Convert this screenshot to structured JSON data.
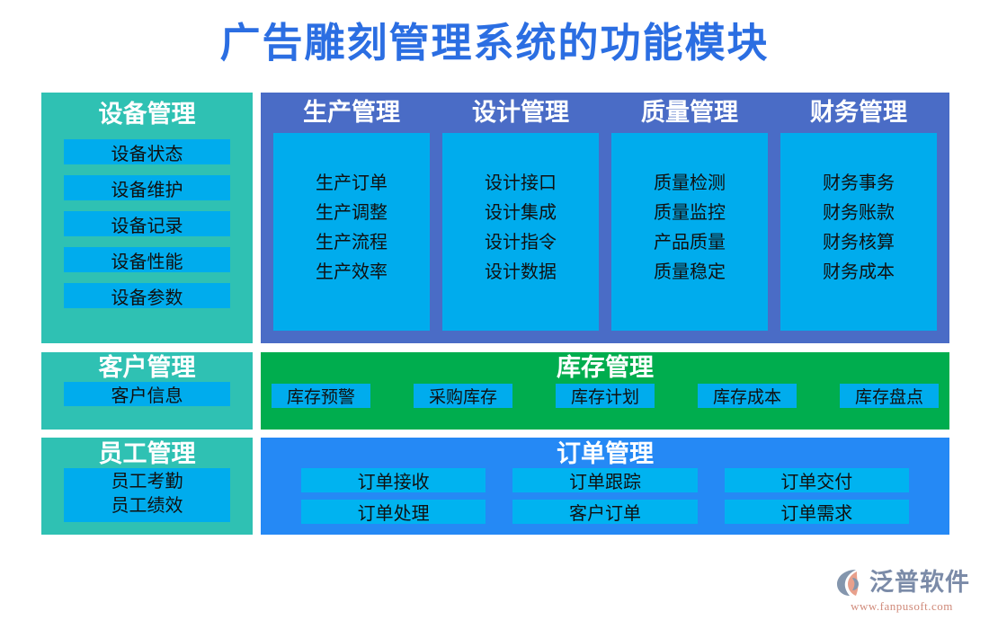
{
  "title": "广告雕刻管理系统的功能模块",
  "colors": {
    "title": "#2b6ee2",
    "teal": "#2fc1b3",
    "indigo": "#4a6cc6",
    "green": "#00ad4e",
    "royal": "#2589f5",
    "chip_cyan": "#00aced",
    "chip_cyan_light": "#00b3f0",
    "background": "#ffffff"
  },
  "equipment": {
    "title": "设备管理",
    "items": [
      "设备状态",
      "设备维护",
      "设备记录",
      "设备性能",
      "设备参数"
    ]
  },
  "modules": {
    "columns": [
      {
        "title": "生产管理",
        "items": [
          "生产订单",
          "生产调整",
          "生产流程",
          "生产效率"
        ]
      },
      {
        "title": "设计管理",
        "items": [
          "设计接口",
          "设计集成",
          "设计指令",
          "设计数据"
        ]
      },
      {
        "title": "质量管理",
        "items": [
          "质量检测",
          "质量监控",
          "产品质量",
          "质量稳定"
        ]
      },
      {
        "title": "财务管理",
        "items": [
          "财务事务",
          "财务账款",
          "财务核算",
          "财务成本"
        ]
      }
    ]
  },
  "customer": {
    "title": "客户管理",
    "items": [
      "客户信息"
    ]
  },
  "inventory": {
    "title": "库存管理",
    "items": [
      "库存预警",
      "采购库存",
      "库存计划",
      "库存成本",
      "库存盘点"
    ]
  },
  "employee": {
    "title": "员工管理",
    "items": [
      "员工考勤",
      "员工绩效"
    ]
  },
  "order": {
    "title": "订单管理",
    "items": [
      "订单接收",
      "订单跟踪",
      "订单交付",
      "订单处理",
      "客户订单",
      "订单需求"
    ]
  },
  "logo": {
    "name": "泛普软件",
    "url": "www.fanpusoft.com",
    "mark_icon": "fanpu-swoosh-icon"
  }
}
